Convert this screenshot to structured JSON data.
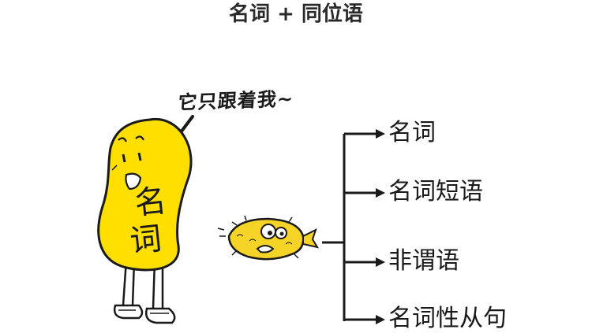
{
  "title": "名词 + 同位语",
  "speech_bubble": "它只跟着我~",
  "bean_label": [
    "名",
    "词"
  ],
  "branches": [
    "名词",
    "名词短语",
    "非谓语",
    "名词性从句"
  ],
  "colors": {
    "bean_fill": "#FFDF00",
    "fish_fill": "#F5D327",
    "ink": "#1a1a1a"
  }
}
